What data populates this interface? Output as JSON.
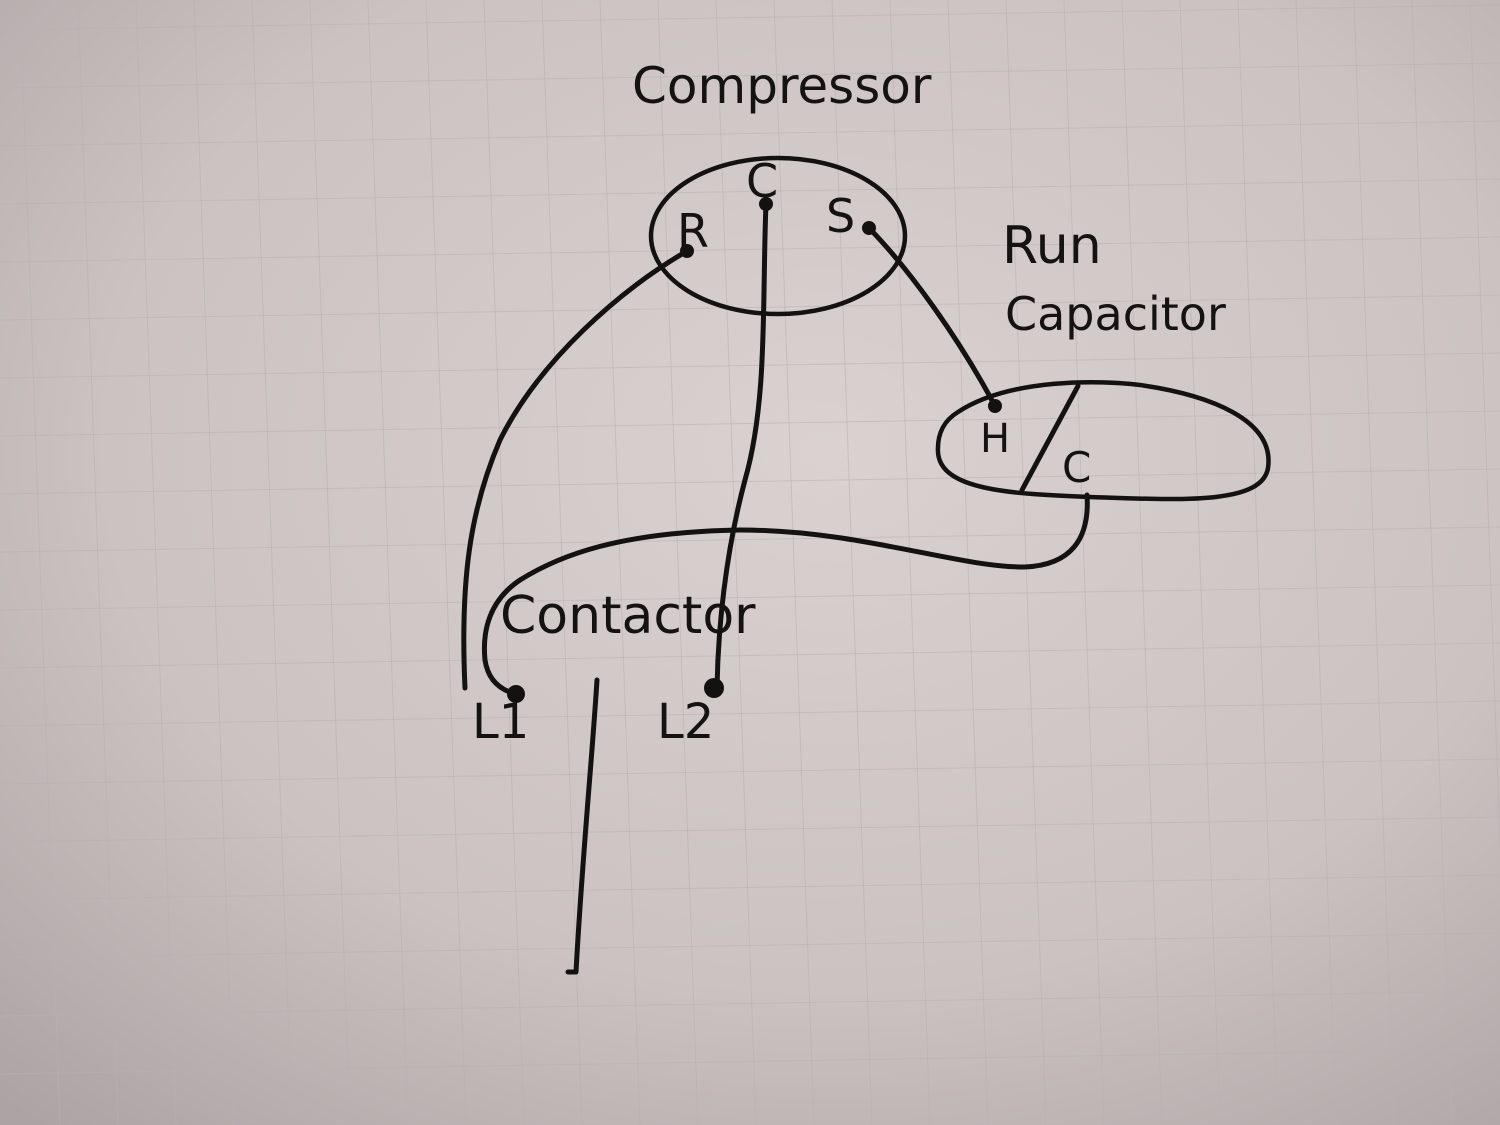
{
  "labels": {
    "compressor": "Compressor",
    "run_capacitor_line1": "Run",
    "run_capacitor_line2": "Capacitor",
    "contactor": "Contactor"
  },
  "compressor_terminals": {
    "r": "R",
    "c": "C",
    "s": "S"
  },
  "capacitor_terminals": {
    "herm": "H",
    "common": "C"
  },
  "contactor_terminals": {
    "l1": "L1",
    "l2": "L2"
  },
  "colors": {
    "ink": "#141111",
    "paper": "#cdc4c3"
  }
}
